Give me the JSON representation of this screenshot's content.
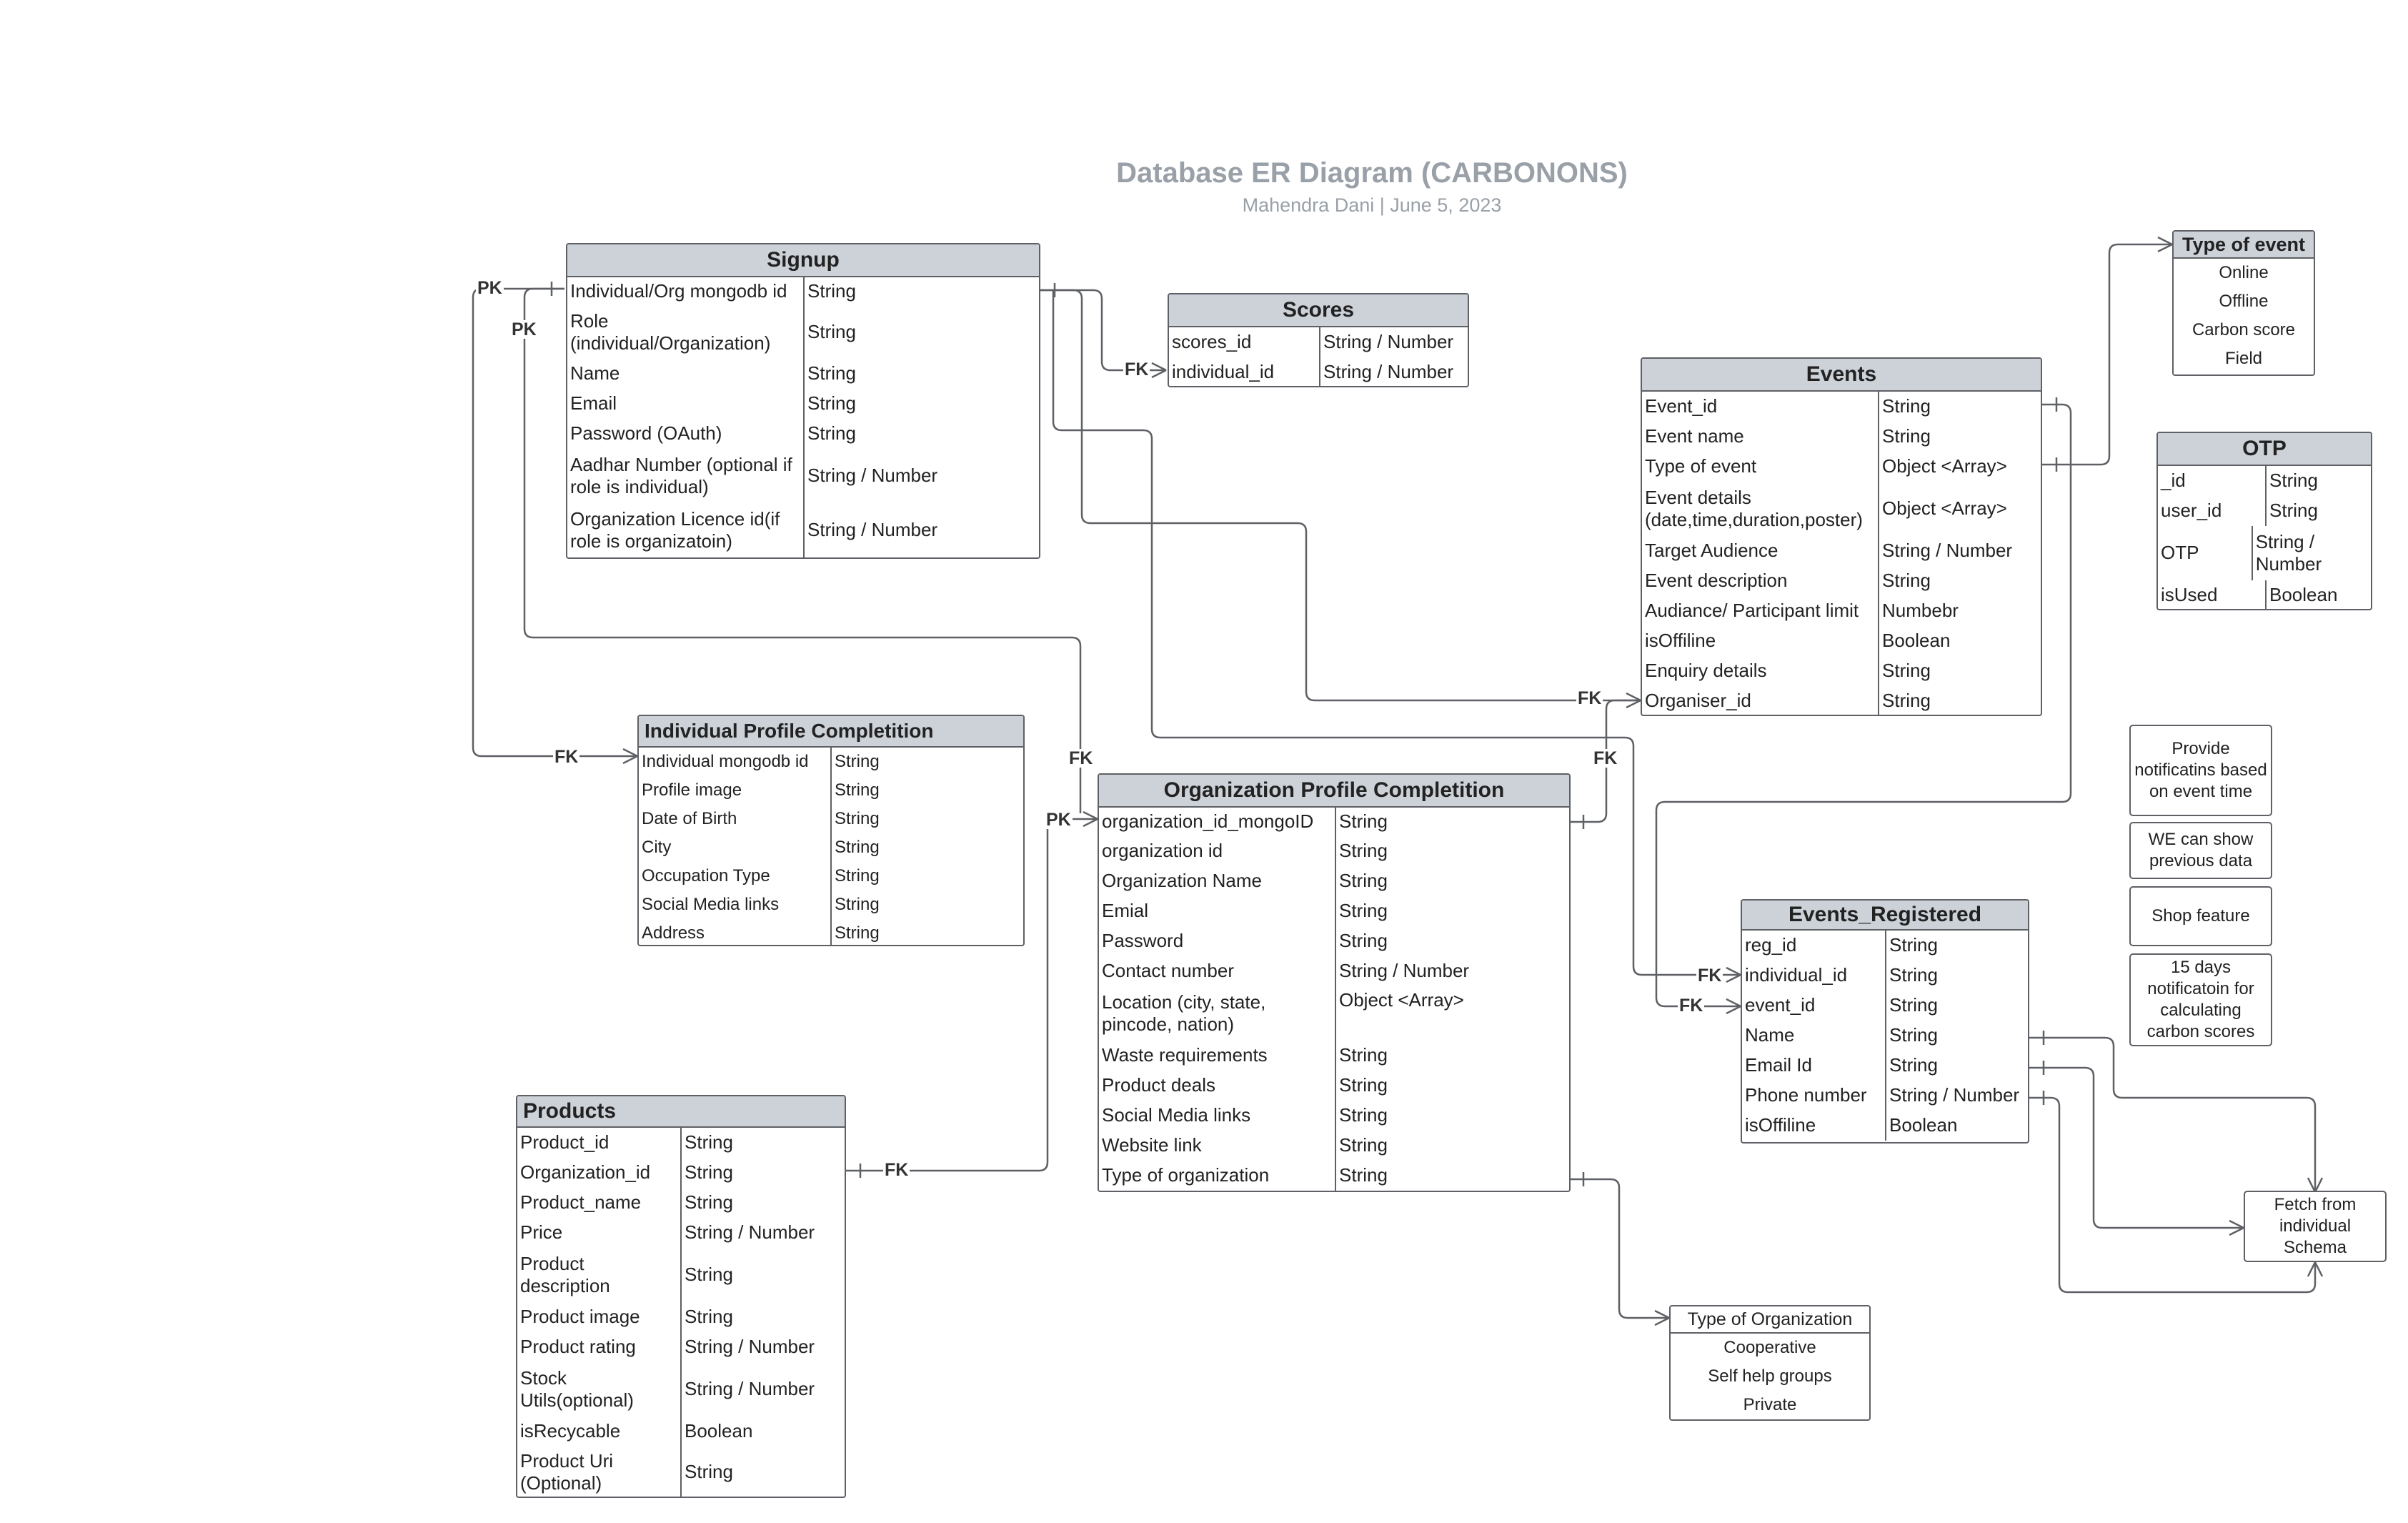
{
  "title": "Database ER Diagram (CARBONONS)",
  "subtitle": "Mahendra Dani  |  June 5, 2023",
  "entities": {
    "signup": {
      "title": "Signup",
      "rows": [
        {
          "name": "Individual/Org mongodb id",
          "type": "String"
        },
        {
          "name": "Role (individual/Organization)",
          "type": "String"
        },
        {
          "name": "Name",
          "type": "String"
        },
        {
          "name": "Email",
          "type": "String"
        },
        {
          "name": "Password (OAuth)",
          "type": "String"
        },
        {
          "name": "Aadhar Number (optional if role is individual)",
          "type": "String / Number"
        },
        {
          "name": "Organization Licence id(if role is organizatoin)",
          "type": "String / Number"
        }
      ]
    },
    "scores": {
      "title": "Scores",
      "rows": [
        {
          "name": "scores_id",
          "type": "String / Number"
        },
        {
          "name": "individual_id",
          "type": "String / Number"
        }
      ]
    },
    "events": {
      "title": "Events",
      "rows": [
        {
          "name": "Event_id",
          "type": "String"
        },
        {
          "name": "Event name",
          "type": "String"
        },
        {
          "name": "Type of event",
          "type": "Object <Array>"
        },
        {
          "name": "Event details (date,time,duration,poster)",
          "type": "Object <Array>"
        },
        {
          "name": "Target Audience",
          "type": "String / Number"
        },
        {
          "name": "Event description",
          "type": "String"
        },
        {
          "name": "Audiance/ Participant limit",
          "type": "Numbebr"
        },
        {
          "name": "isOffiline",
          "type": "Boolean"
        },
        {
          "name": "Enquiry details",
          "type": "String"
        },
        {
          "name": "Organiser_id",
          "type": "String"
        }
      ]
    },
    "otp": {
      "title": "OTP",
      "rows": [
        {
          "name": "_id",
          "type": "String"
        },
        {
          "name": "user_id",
          "type": "String"
        },
        {
          "name": "OTP",
          "type": "String / Number"
        },
        {
          "name": "isUsed",
          "type": "Boolean"
        }
      ]
    },
    "individual_profile": {
      "title": "Individual Profile Completition",
      "rows": [
        {
          "name": "Individual mongodb id",
          "type": "String"
        },
        {
          "name": "Profile image",
          "type": "String"
        },
        {
          "name": "Date of Birth",
          "type": "String"
        },
        {
          "name": "City",
          "type": "String"
        },
        {
          "name": "Occupation Type",
          "type": "String"
        },
        {
          "name": "Social Media links",
          "type": "String"
        },
        {
          "name": "Address",
          "type": "String"
        }
      ]
    },
    "org_profile": {
      "title": "Organization Profile Completition",
      "rows": [
        {
          "name": "organization_id_mongoID",
          "type": "String"
        },
        {
          "name": "organization id",
          "type": "String"
        },
        {
          "name": "Organization Name",
          "type": "String"
        },
        {
          "name": "Emial",
          "type": "String"
        },
        {
          "name": "Password",
          "type": "String"
        },
        {
          "name": "Contact number",
          "type": "String / Number"
        },
        {
          "name": "Location (city, state, pincode, nation)",
          "type": "Object <Array>"
        },
        {
          "name": "Waste requirements",
          "type": "String"
        },
        {
          "name": "Product deals",
          "type": "String"
        },
        {
          "name": "Social Media links",
          "type": "String"
        },
        {
          "name": "Website link",
          "type": "String"
        },
        {
          "name": "Type of organization",
          "type": "String"
        }
      ]
    },
    "products": {
      "title": "Products",
      "rows": [
        {
          "name": "Product_id",
          "type": "String"
        },
        {
          "name": "Organization_id",
          "type": "String"
        },
        {
          "name": "Product_name",
          "type": "String"
        },
        {
          "name": "Price",
          "type": "String / Number"
        },
        {
          "name": "Product description",
          "type": "String"
        },
        {
          "name": "Product image",
          "type": "String"
        },
        {
          "name": "Product rating",
          "type": "String / Number"
        },
        {
          "name": "Stock Utils(optional)",
          "type": "String / Number"
        },
        {
          "name": "isRecycable",
          "type": "Boolean"
        },
        {
          "name": "Product Uri (Optional)",
          "type": "String"
        }
      ]
    },
    "events_registered": {
      "title": "Events_Registered",
      "rows": [
        {
          "name": "reg_id",
          "type": "String"
        },
        {
          "name": "individual_id",
          "type": "String"
        },
        {
          "name": "event_id",
          "type": "String"
        },
        {
          "name": "Name",
          "type": "String"
        },
        {
          "name": "Email Id",
          "type": "String"
        },
        {
          "name": "Phone number",
          "type": "String / Number"
        },
        {
          "name": "isOffiline",
          "type": "Boolean"
        }
      ]
    }
  },
  "enums": {
    "type_of_event": {
      "title": "Type of event",
      "items": [
        "Online",
        "Offline",
        "Carbon score",
        "Field"
      ]
    },
    "type_of_organization": {
      "title": "Type of Organization",
      "items": [
        "Cooperative",
        "Self help groups",
        "Private"
      ]
    }
  },
  "notes": {
    "notifications": "Provide notificatins based on event time",
    "previous_data": "WE can show previous data",
    "shop_feature": "Shop feature",
    "fifteen_days": "15 days notificatoin for calculating carbon scores",
    "fetch_schema": "Fetch from individual Schema"
  },
  "key_labels": {
    "pk": "PK",
    "fk": "FK"
  },
  "colors": {
    "header_fill": "#cdd2d9",
    "border": "#5e6065",
    "title_text": "#9aa0a8"
  }
}
